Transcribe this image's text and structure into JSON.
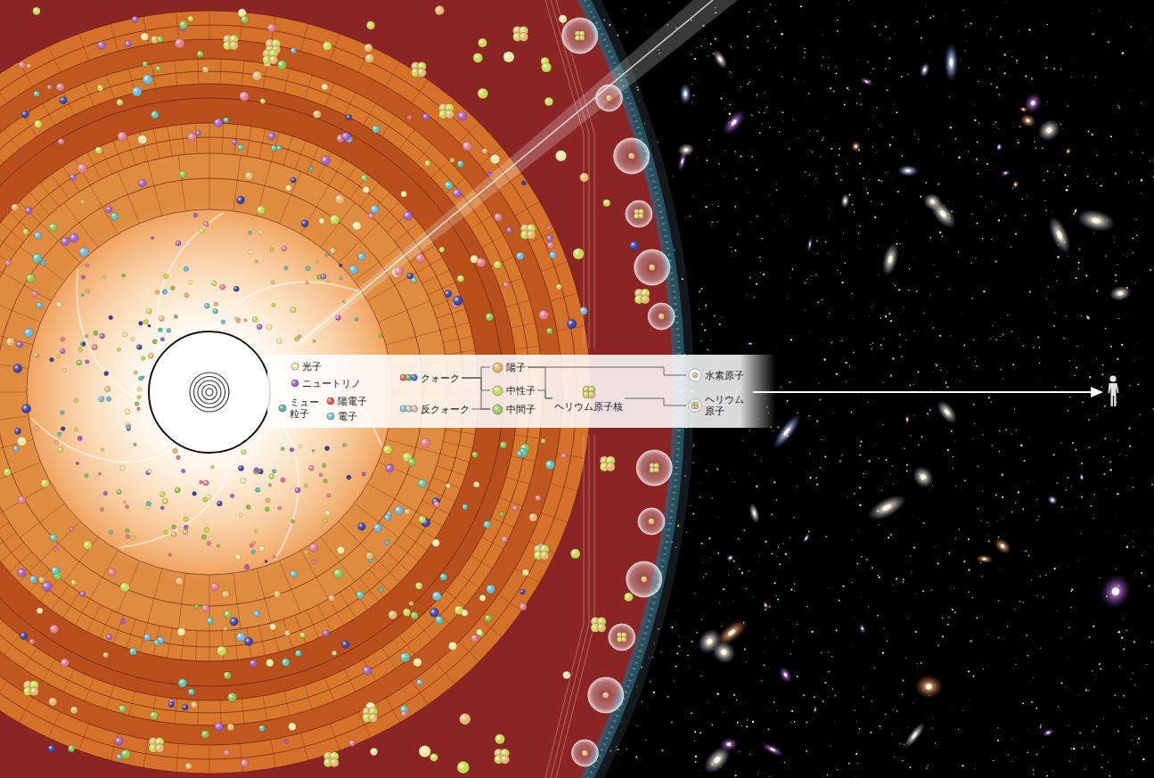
{
  "diagram": {
    "nodes": [
      {
        "text": [
          "光子"
        ]
      },
      {
        "text": [
          "ニュートリノ"
        ]
      },
      {
        "text": [
          "ミュー 粒子"
        ]
      },
      {
        "text": [
          "陽電子"
        ]
      },
      {
        "text": [
          "電子"
        ]
      },
      {
        "text": [
          "クォーク"
        ]
      },
      {
        "text": [
          "反クォーク"
        ]
      },
      {
        "text": [
          "陽子"
        ]
      },
      {
        "text": [
          "中性子"
        ]
      },
      {
        "text": [
          "中間子"
        ]
      },
      {
        "text": [
          "ヘリウム原子核"
        ]
      },
      {
        "text": [
          "水素原子"
        ]
      },
      {
        "text": [
          "ヘリウム 原子"
        ]
      }
    ],
    "edges": [
      {
        "from": 5,
        "to": 7,
        "arrow": "none"
      },
      {
        "from": 5,
        "to": 8,
        "arrow": "none"
      },
      {
        "from": 5,
        "to": 9,
        "arrow": "none"
      },
      {
        "from": 6,
        "to": 9,
        "arrow": "none"
      },
      {
        "from": 7,
        "to": 11,
        "arrow": "none"
      },
      {
        "from": 7,
        "to": 10,
        "arrow": "none"
      },
      {
        "from": 8,
        "to": 10,
        "arrow": "none"
      },
      {
        "from": 10,
        "to": 12,
        "arrow": "none"
      }
    ]
  }
}
